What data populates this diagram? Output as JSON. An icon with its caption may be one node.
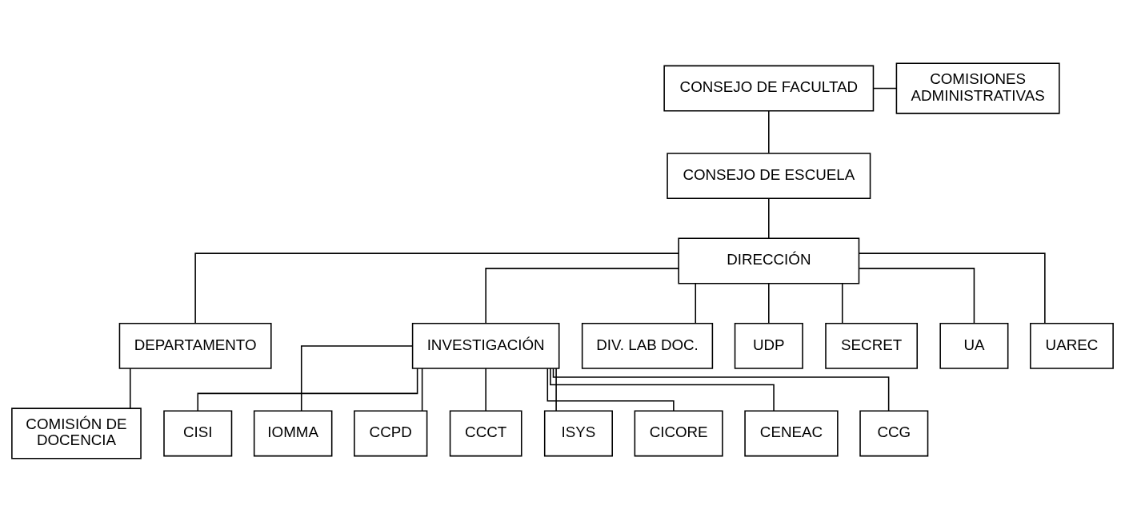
{
  "diagram": {
    "nodes": [
      {
        "text": [
          "CONSEJO DE FACULTAD"
        ]
      },
      {
        "text": [
          "COMISIONES ADMINISTRATIVAS"
        ]
      },
      {
        "text": [
          "CONSEJO DE ESCUELA"
        ]
      },
      {
        "text": [
          "DIRECCIÓN"
        ]
      },
      {
        "text": [
          "DEPARTAMENTO"
        ]
      },
      {
        "text": [
          "INVESTIGACIÓN"
        ]
      },
      {
        "text": [
          "COMISIÓN DE DOCENCIA"
        ]
      },
      {
        "text": [
          "CISI"
        ]
      },
      {
        "text": [
          "IOMMA"
        ]
      },
      {
        "text": [
          "CCPD"
        ]
      },
      {
        "text": [
          "CCCT"
        ]
      },
      {
        "text": [
          "ISYS"
        ]
      },
      {
        "text": [
          "CICORE"
        ]
      },
      {
        "text": [
          "CENEAC"
        ]
      },
      {
        "text": [
          "CCG"
        ]
      },
      {
        "text": [
          "DIV. LAB DOC."
        ]
      },
      {
        "text": [
          "UDP"
        ]
      },
      {
        "text": [
          "SECRET"
        ]
      },
      {
        "text": [
          "UA"
        ]
      },
      {
        "text": [
          "UAREC"
        ]
      }
    ],
    "edges": [
      {
        "from": 0,
        "to": 1,
        "arrow": "none"
      },
      {
        "from": 0,
        "to": 2,
        "arrow": "none"
      },
      {
        "from": 2,
        "to": 3,
        "arrow": "none"
      },
      {
        "from": 3,
        "to": 4,
        "arrow": "none"
      },
      {
        "from": 3,
        "to": 5,
        "arrow": "none"
      },
      {
        "from": 4,
        "to": 6,
        "arrow": "none"
      },
      {
        "from": 5,
        "to": 7,
        "arrow": "none"
      },
      {
        "from": 5,
        "to": 8,
        "arrow": "none"
      },
      {
        "from": 5,
        "to": 9,
        "arrow": "none"
      },
      {
        "from": 5,
        "to": 10,
        "arrow": "none"
      },
      {
        "from": 5,
        "to": 11,
        "arrow": "none"
      },
      {
        "from": 5,
        "to": 12,
        "arrow": "none"
      },
      {
        "from": 5,
        "to": 13,
        "arrow": "none"
      },
      {
        "from": 5,
        "to": 14,
        "arrow": "none"
      },
      {
        "from": 3,
        "to": 15,
        "arrow": "none"
      },
      {
        "from": 3,
        "to": 16,
        "arrow": "none"
      },
      {
        "from": 3,
        "to": 17,
        "arrow": "none"
      },
      {
        "from": 3,
        "to": 18,
        "arrow": "none"
      },
      {
        "from": 3,
        "to": 19,
        "arrow": "none"
      }
    ]
  }
}
